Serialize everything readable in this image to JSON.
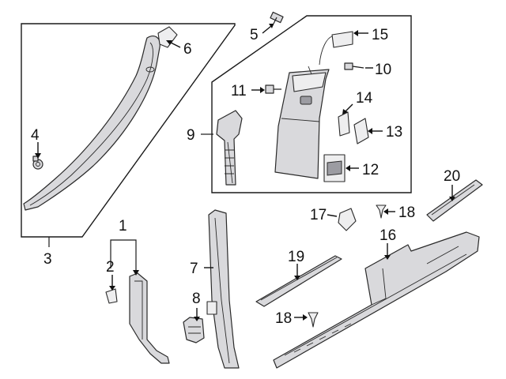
{
  "callouts": {
    "c1": "1",
    "c2": "2",
    "c3": "3",
    "c4": "4",
    "c5": "5",
    "c6": "6",
    "c7": "7",
    "c8": "8",
    "c9": "9",
    "c10": "10",
    "c11": "11",
    "c12": "12",
    "c13": "13",
    "c14": "14",
    "c15": "15",
    "c16": "16",
    "c17": "17",
    "c18a": "18",
    "c18b": "18",
    "c19": "19",
    "c20": "20"
  },
  "colors": {
    "line": "#1a1a1a",
    "part_fill": "#d9d9dc",
    "background": "#ffffff"
  }
}
